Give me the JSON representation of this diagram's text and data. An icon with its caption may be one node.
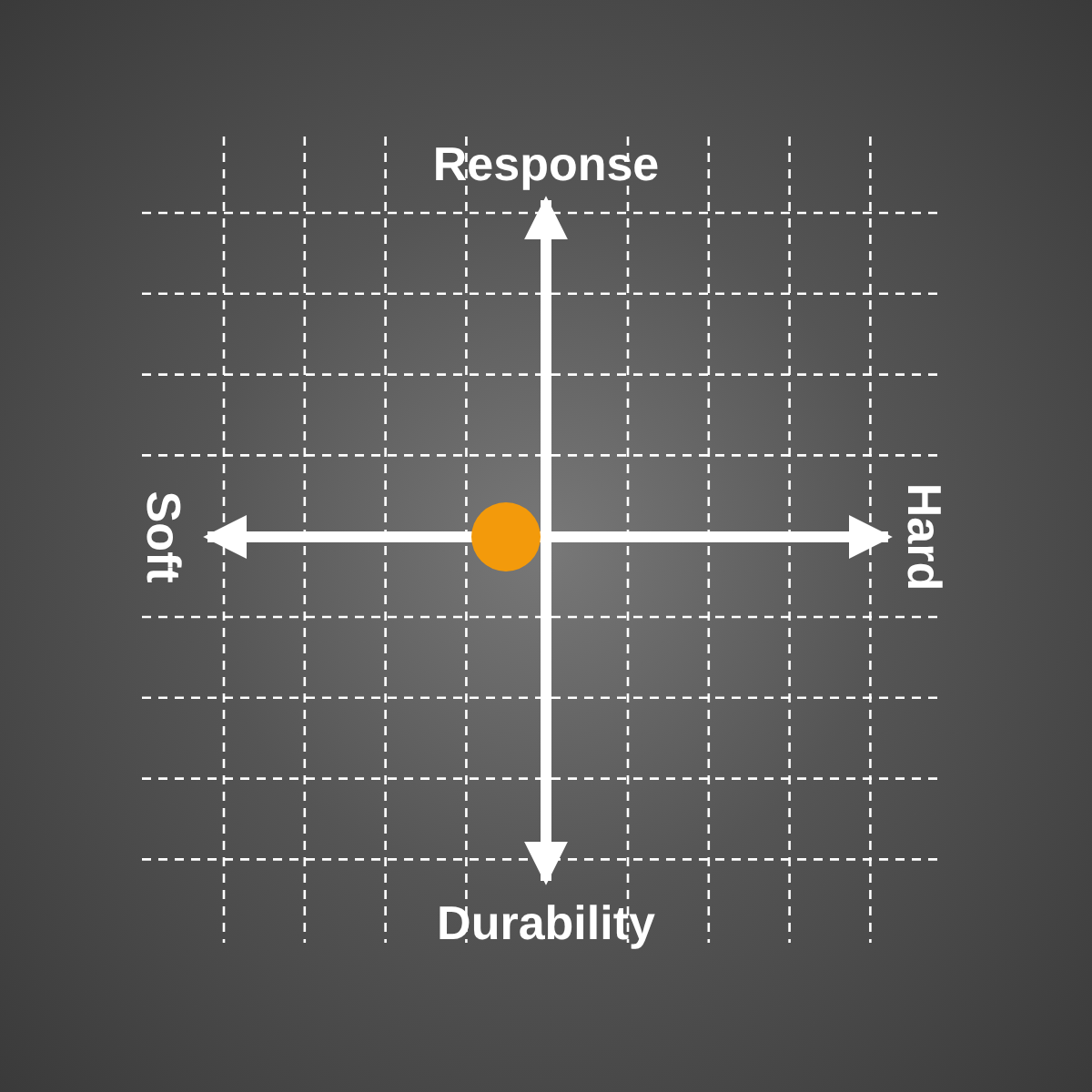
{
  "diagram": {
    "labels": [
      "Response",
      "Soft",
      "Hard",
      "Durability"
    ]
  }
}
